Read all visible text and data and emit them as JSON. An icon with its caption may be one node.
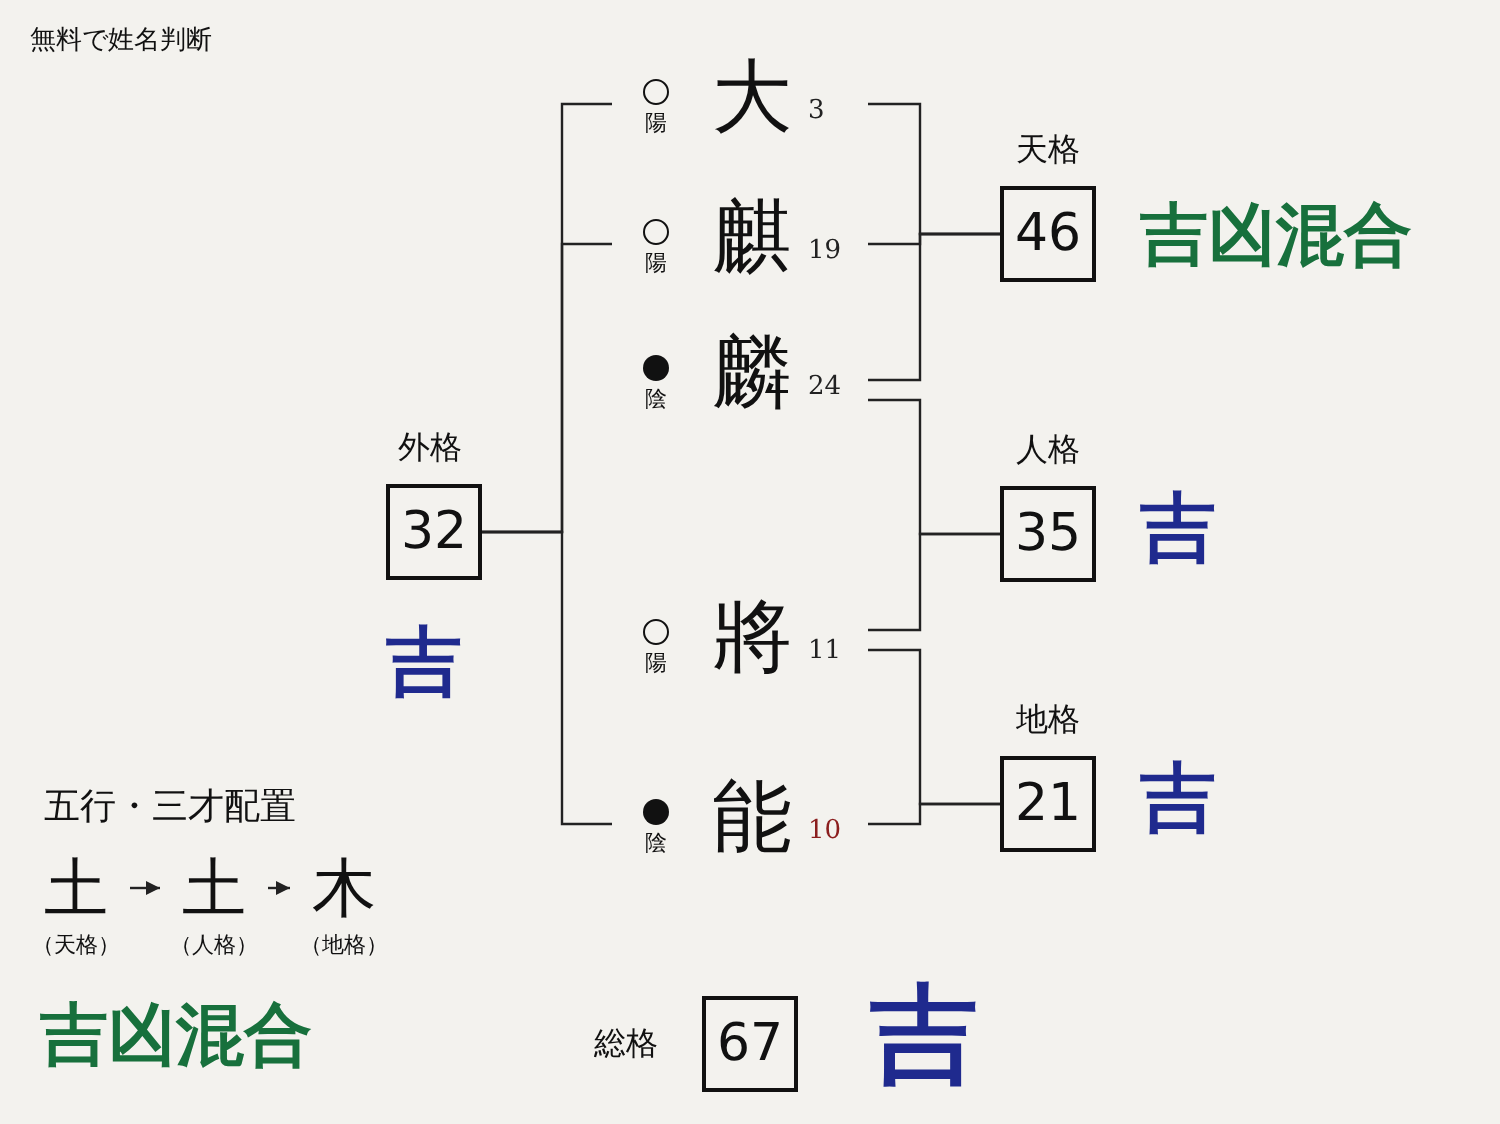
{
  "diagram": {
    "title": "無料で姓名判断",
    "nodes": [
      {
        "text": [
          "大"
        ],
        "beside": [
          "陽"
        ]
      },
      {
        "text": [
          "麒"
        ],
        "beside": [
          "陽"
        ]
      },
      {
        "text": [
          "麟"
        ],
        "beside": [
          "陰"
        ]
      },
      {
        "text": [
          "將"
        ],
        "beside": [
          "陽"
        ]
      },
      {
        "text": [
          "能"
        ],
        "beside": [
          "陰"
        ]
      },
      {
        "text": [
          "外格",
          "32"
        ],
        "beside": [
          "吉"
        ]
      },
      {
        "text": [
          "天格",
          "46"
        ],
        "beside": [
          "吉凶混合"
        ]
      },
      {
        "text": [
          "人格",
          "35"
        ],
        "beside": [
          "吉"
        ]
      },
      {
        "text": [
          "地格",
          "21"
        ],
        "beside": [
          "吉"
        ]
      },
      {
        "text": [
          "総格",
          "67"
        ],
        "beside": [
          "吉"
        ]
      },
      {
        "text": [
          "土",
          "（天格）"
        ]
      },
      {
        "text": [
          "土",
          "（人格）"
        ]
      },
      {
        "text": [
          "木",
          "（地格）"
        ]
      }
    ],
    "edges": [
      {
        "from": 0,
        "to": 5,
        "arrow": "none"
      },
      {
        "from": 1,
        "to": 5,
        "arrow": "none"
      },
      {
        "from": 4,
        "to": 5,
        "arrow": "none"
      },
      {
        "from": 0,
        "to": 6,
        "arrow": "none"
      },
      {
        "from": 1,
        "to": 6,
        "arrow": "none"
      },
      {
        "from": 2,
        "to": 6,
        "arrow": "none"
      },
      {
        "from": 2,
        "to": 7,
        "arrow": "none"
      },
      {
        "from": 3,
        "to": 7,
        "arrow": "none"
      },
      {
        "from": 3,
        "to": 8,
        "arrow": "none"
      },
      {
        "from": 4,
        "to": 8,
        "arrow": "none"
      },
      {
        "from": 10,
        "to": 11,
        "arrow": "to"
      },
      {
        "from": 11,
        "to": 12,
        "arrow": "to"
      }
    ],
    "labels": [
      "3",
      "19",
      "24",
      "11",
      "10",
      "五行・三才配置",
      "吉凶混合"
    ]
  }
}
